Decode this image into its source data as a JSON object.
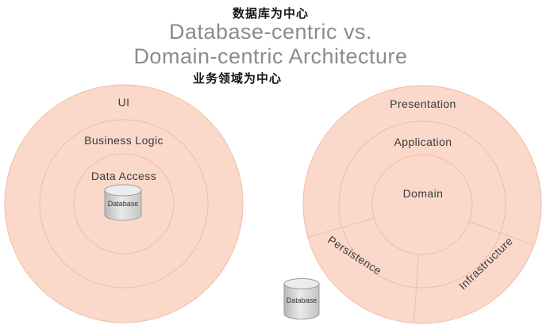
{
  "header": {
    "db_centric_zh": "数据库为中心",
    "title_line1": "Database-centric vs.",
    "title_line2": "Domain-centric Architecture",
    "domain_centric_zh": "业务领域为中心"
  },
  "left_onion": {
    "layers": [
      "UI",
      "Business Logic",
      "Data Access"
    ],
    "database_label": "Database"
  },
  "right_onion": {
    "layers": [
      "Presentation",
      "Application",
      "Domain"
    ],
    "persistence_label": "Persistence",
    "infrastructure_label": "Infrastructure",
    "database_label": "Database"
  },
  "colors": {
    "circle_fill": "#fad8ca",
    "circle_stroke": "#f0bda6",
    "title_gray": "#8b8b8b",
    "text_dark": "#3b3b3b"
  }
}
